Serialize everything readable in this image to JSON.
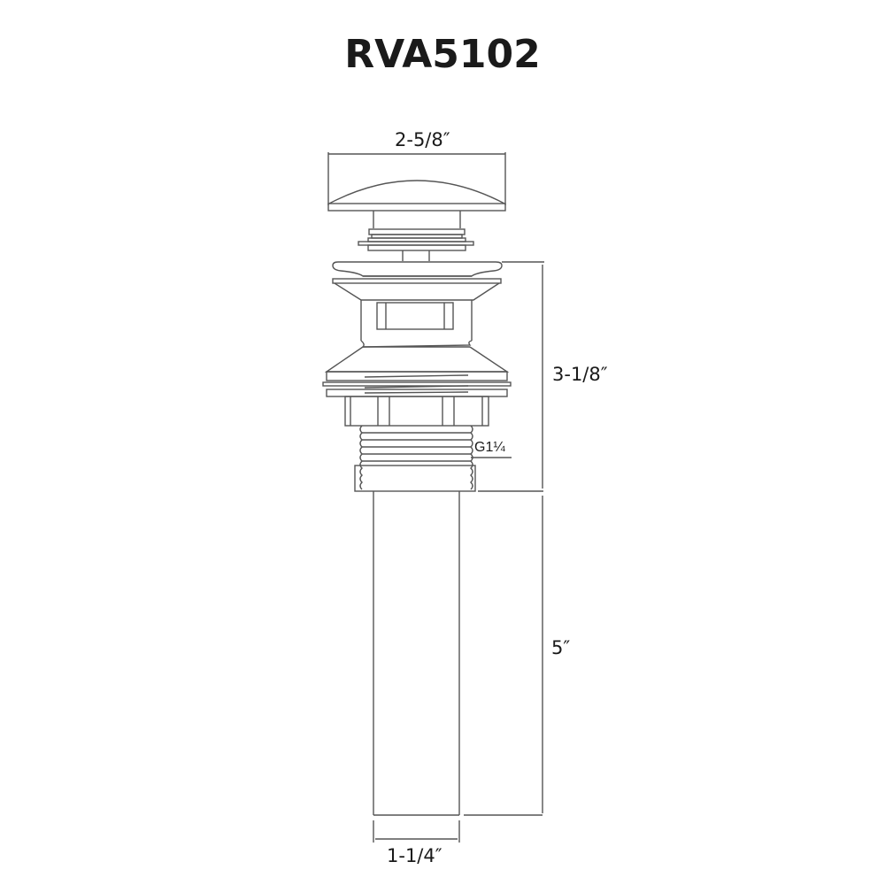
{
  "title": "RVA5102",
  "dimensions": {
    "cap_width": "2-5/8″",
    "upper_height": "3-1/8″",
    "tail_length": "5″",
    "tail_diameter": "1-1/4″",
    "thread_spec": "G1¼"
  },
  "colors": {
    "line": "#555555",
    "text": "#1a1a1a",
    "background": "#ffffff"
  }
}
